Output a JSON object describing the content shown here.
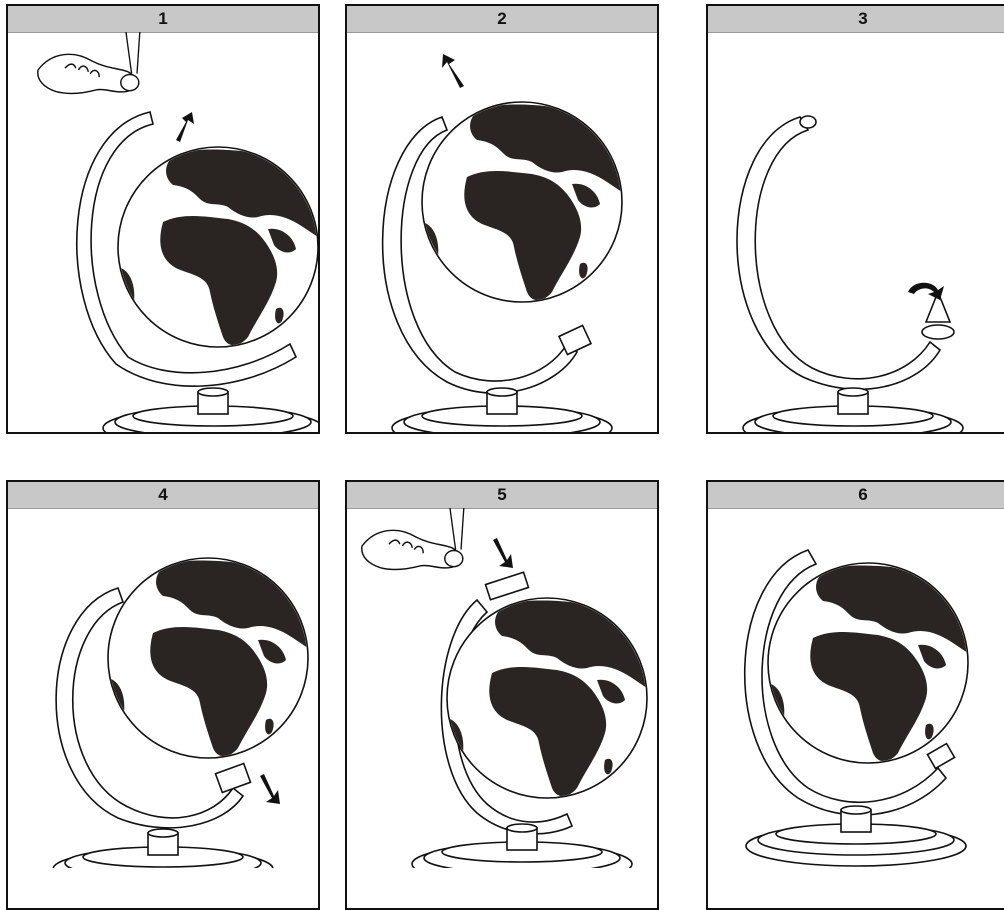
{
  "steps": [
    {
      "number": "1"
    },
    {
      "number": "2"
    },
    {
      "number": "3"
    },
    {
      "number": "4"
    },
    {
      "number": "5"
    },
    {
      "number": "6"
    }
  ],
  "colors": {
    "header_bg": "#c8c8c8",
    "border": "#111111",
    "land": "#2a2522"
  },
  "icons": [
    "hand-icon",
    "arrow-up-icon",
    "arrow-down-icon",
    "rotate-arrow-icon",
    "globe-icon",
    "stand-icon"
  ]
}
